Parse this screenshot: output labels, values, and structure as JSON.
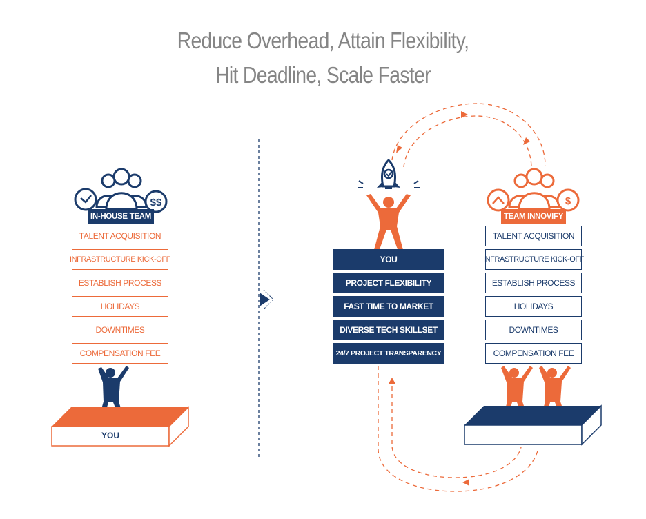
{
  "title": {
    "line1": "Reduce Overhead, Attain Flexibility,",
    "line2": "Hit Deadline, Scale Faster"
  },
  "in_house": {
    "label": "IN-HOUSE TEAM",
    "items": [
      "TALENT ACQUISITION",
      "INFRASTRUCTURE KICK-OFF",
      "ESTABLISH PROCESS",
      "HOLIDAYS",
      "DOWNTIMES",
      "COMPENSATION FEE"
    ],
    "pedestal_label": "YOU"
  },
  "you_stack": {
    "items": [
      "YOU",
      "PROJECT FLEXIBILITY",
      "FAST TIME TO MARKET",
      "DIVERSE TECH SKILLSET",
      "24/7 PROJECT TRANSPARENCY"
    ]
  },
  "innovify": {
    "label": "TEAM INNOVIFY",
    "items": [
      "TALENT ACQUISITION",
      "INFRASTRUCTURE KICK-OFF",
      "ESTABLISH PROCESS",
      "HOLIDAYS",
      "DOWNTIMES",
      "COMPENSATION FEE"
    ]
  },
  "colors": {
    "navy": "#1b3b6b",
    "orange": "#ec6a3a",
    "grey_text": "#858585"
  },
  "icons": {
    "in_house_left": "clock-icon",
    "in_house_right": "dollar-icon",
    "innovify_left": "chevron-up-icon",
    "innovify_right": "dollar-icon",
    "you_top": "rocket-icon",
    "divider": "play-arrow-icon"
  }
}
